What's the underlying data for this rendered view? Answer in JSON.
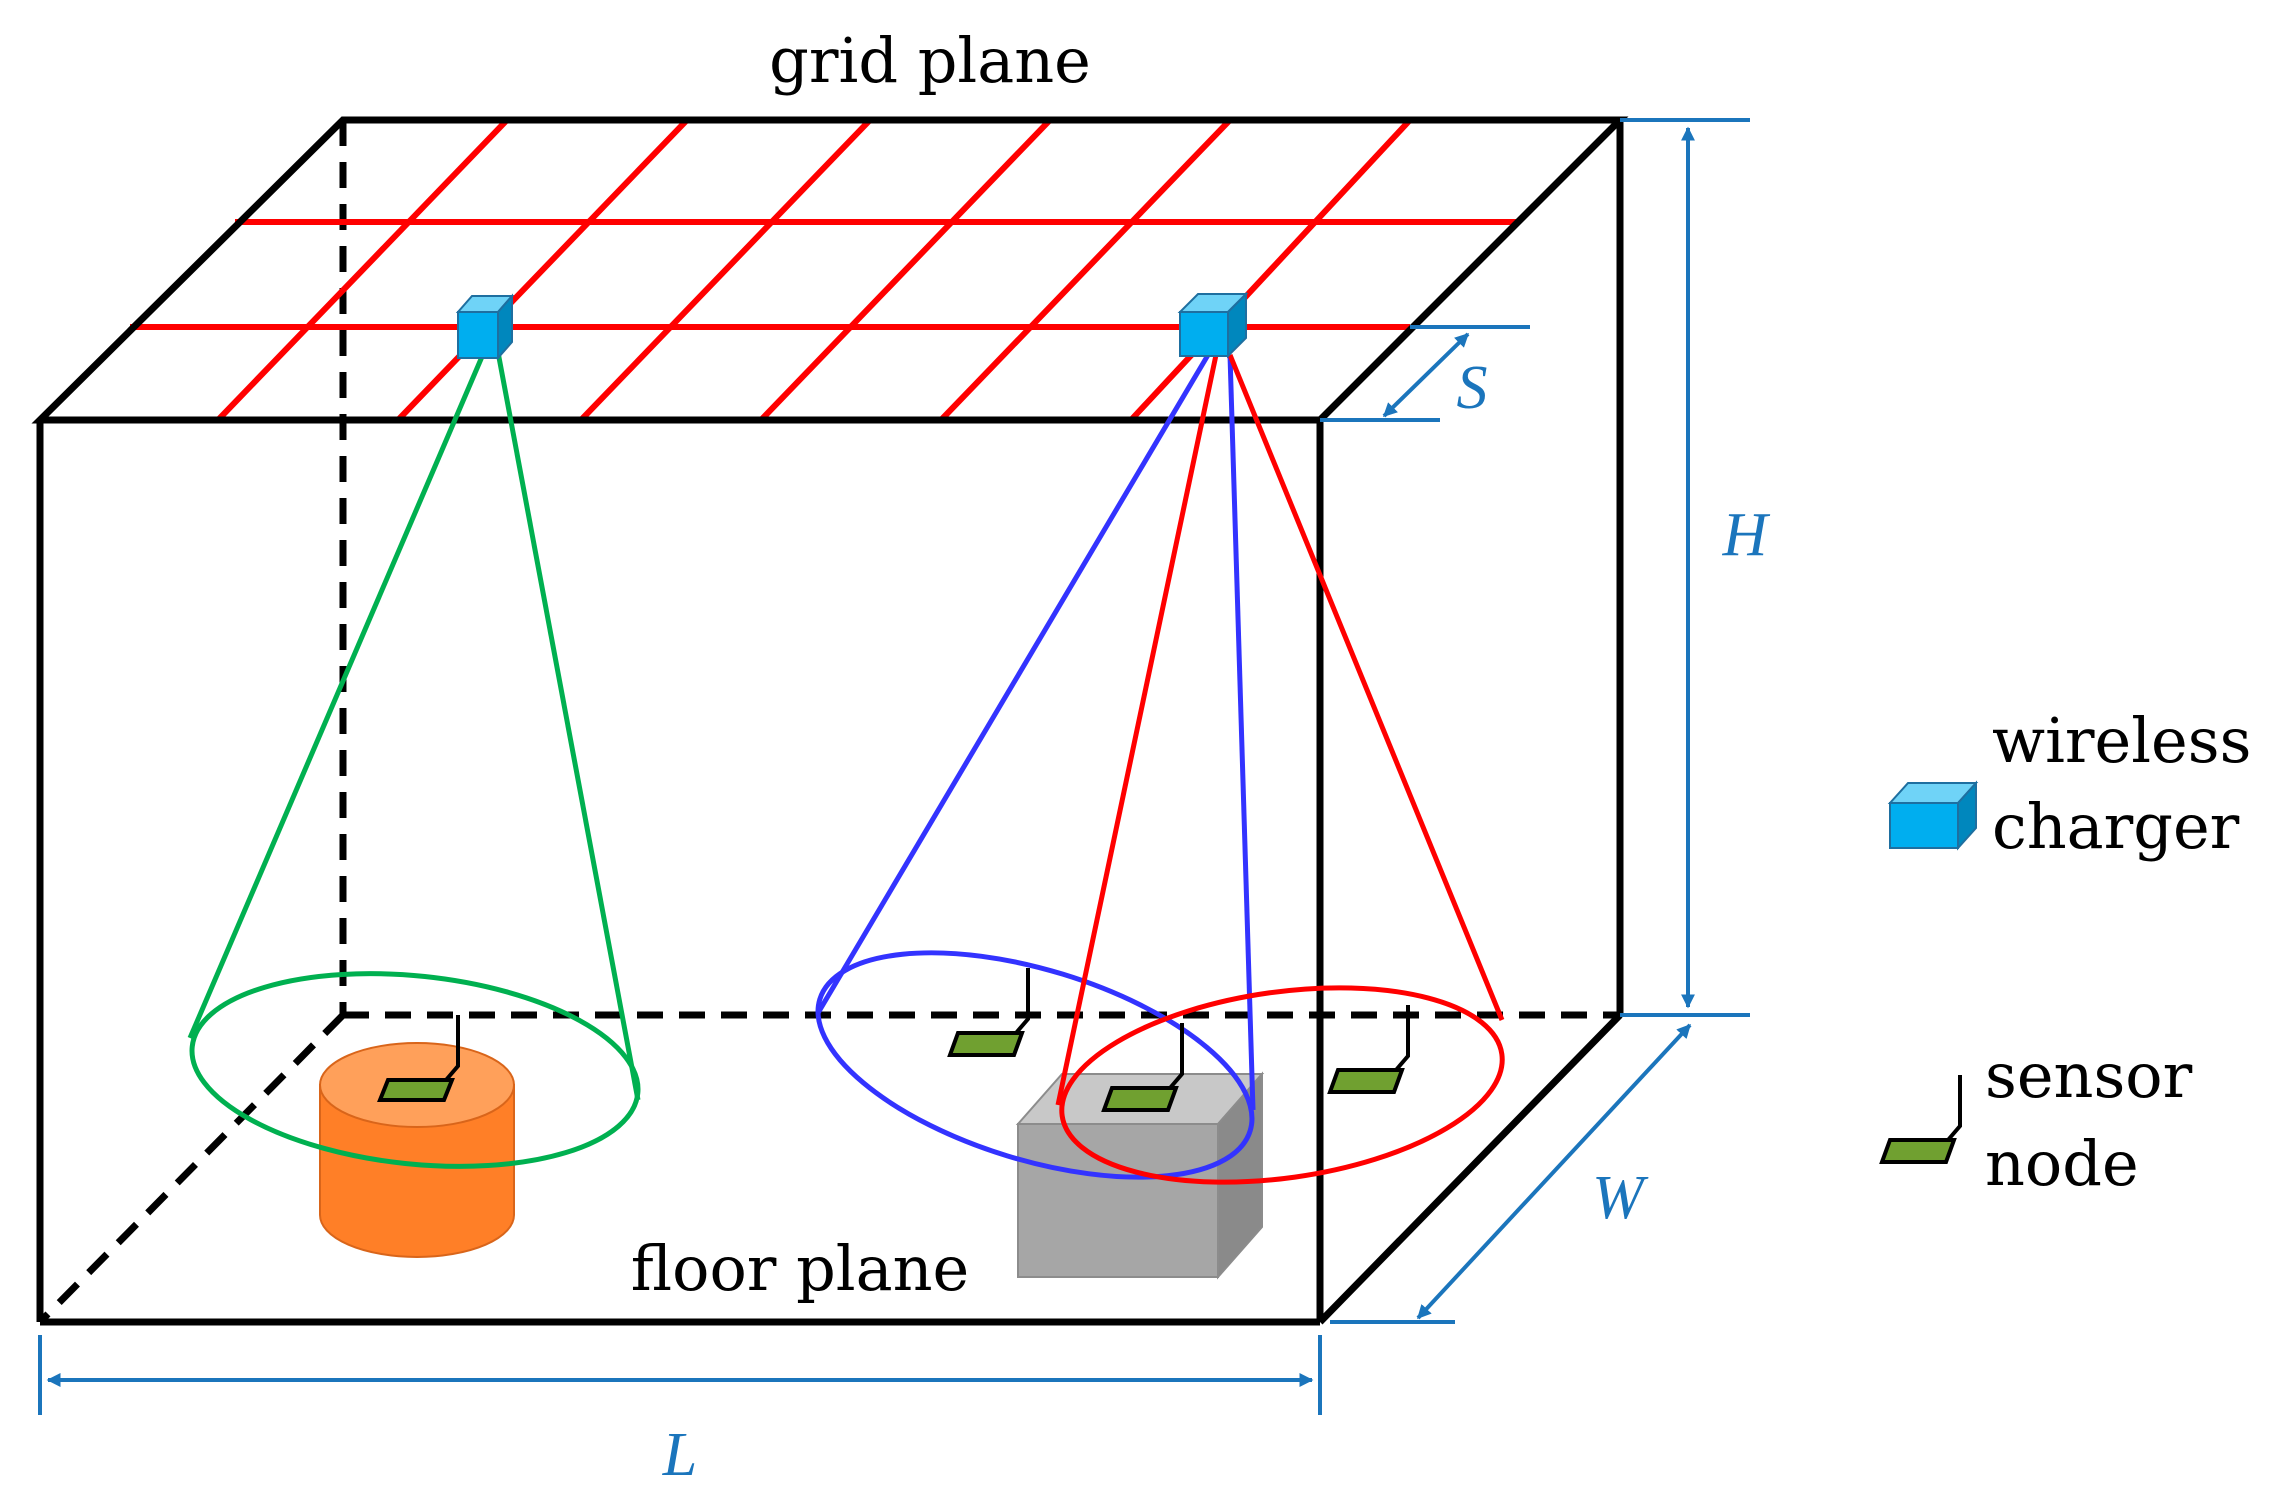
{
  "labels": {
    "grid_plane": "grid plane",
    "floor_plane": "floor plane"
  },
  "dimensions": {
    "length": "L",
    "width": "W",
    "height": "H",
    "spacing": "S"
  },
  "legend": {
    "charger_line1": "wireless",
    "charger_line2": "charger",
    "sensor_line1": "sensor",
    "sensor_line2": "node"
  },
  "colors": {
    "dimension": "#1b75bc",
    "grid": "#ff0000",
    "charger": "#00aeef",
    "sensor": "#70a030",
    "green_beam": "#00b050",
    "blue_beam": "#3333ff",
    "red_beam": "#ff0000",
    "cylinder": "#ff7f27",
    "box": "#a6a6a6"
  }
}
